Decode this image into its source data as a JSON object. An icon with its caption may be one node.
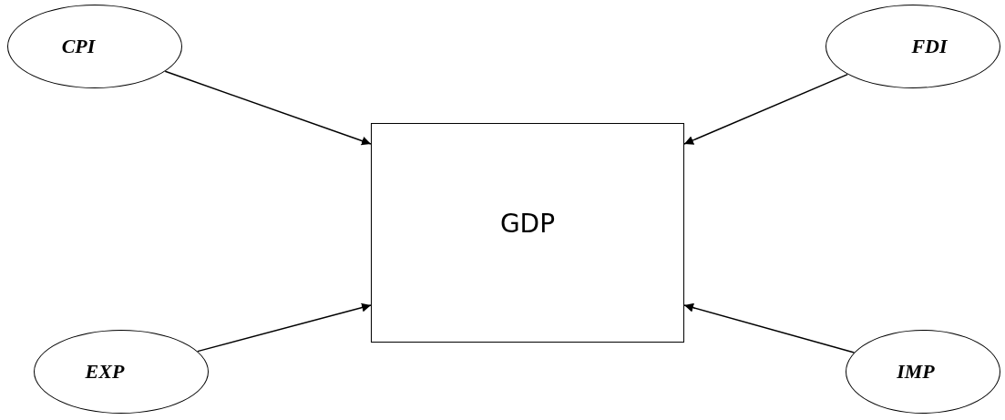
{
  "diagram": {
    "nodes": [
      {
        "text": [
          "CPI"
        ]
      },
      {
        "text": [
          "FDI"
        ]
      },
      {
        "text": [
          "GDP"
        ]
      },
      {
        "text": [
          "EXP"
        ]
      },
      {
        "text": [
          "IMP"
        ]
      }
    ],
    "edges": [
      {
        "from": 0,
        "to": 2,
        "arrow": "to"
      },
      {
        "from": 1,
        "to": 2,
        "arrow": "to"
      },
      {
        "from": 3,
        "to": 2,
        "arrow": "to"
      },
      {
        "from": 4,
        "to": 2,
        "arrow": "to"
      }
    ]
  }
}
